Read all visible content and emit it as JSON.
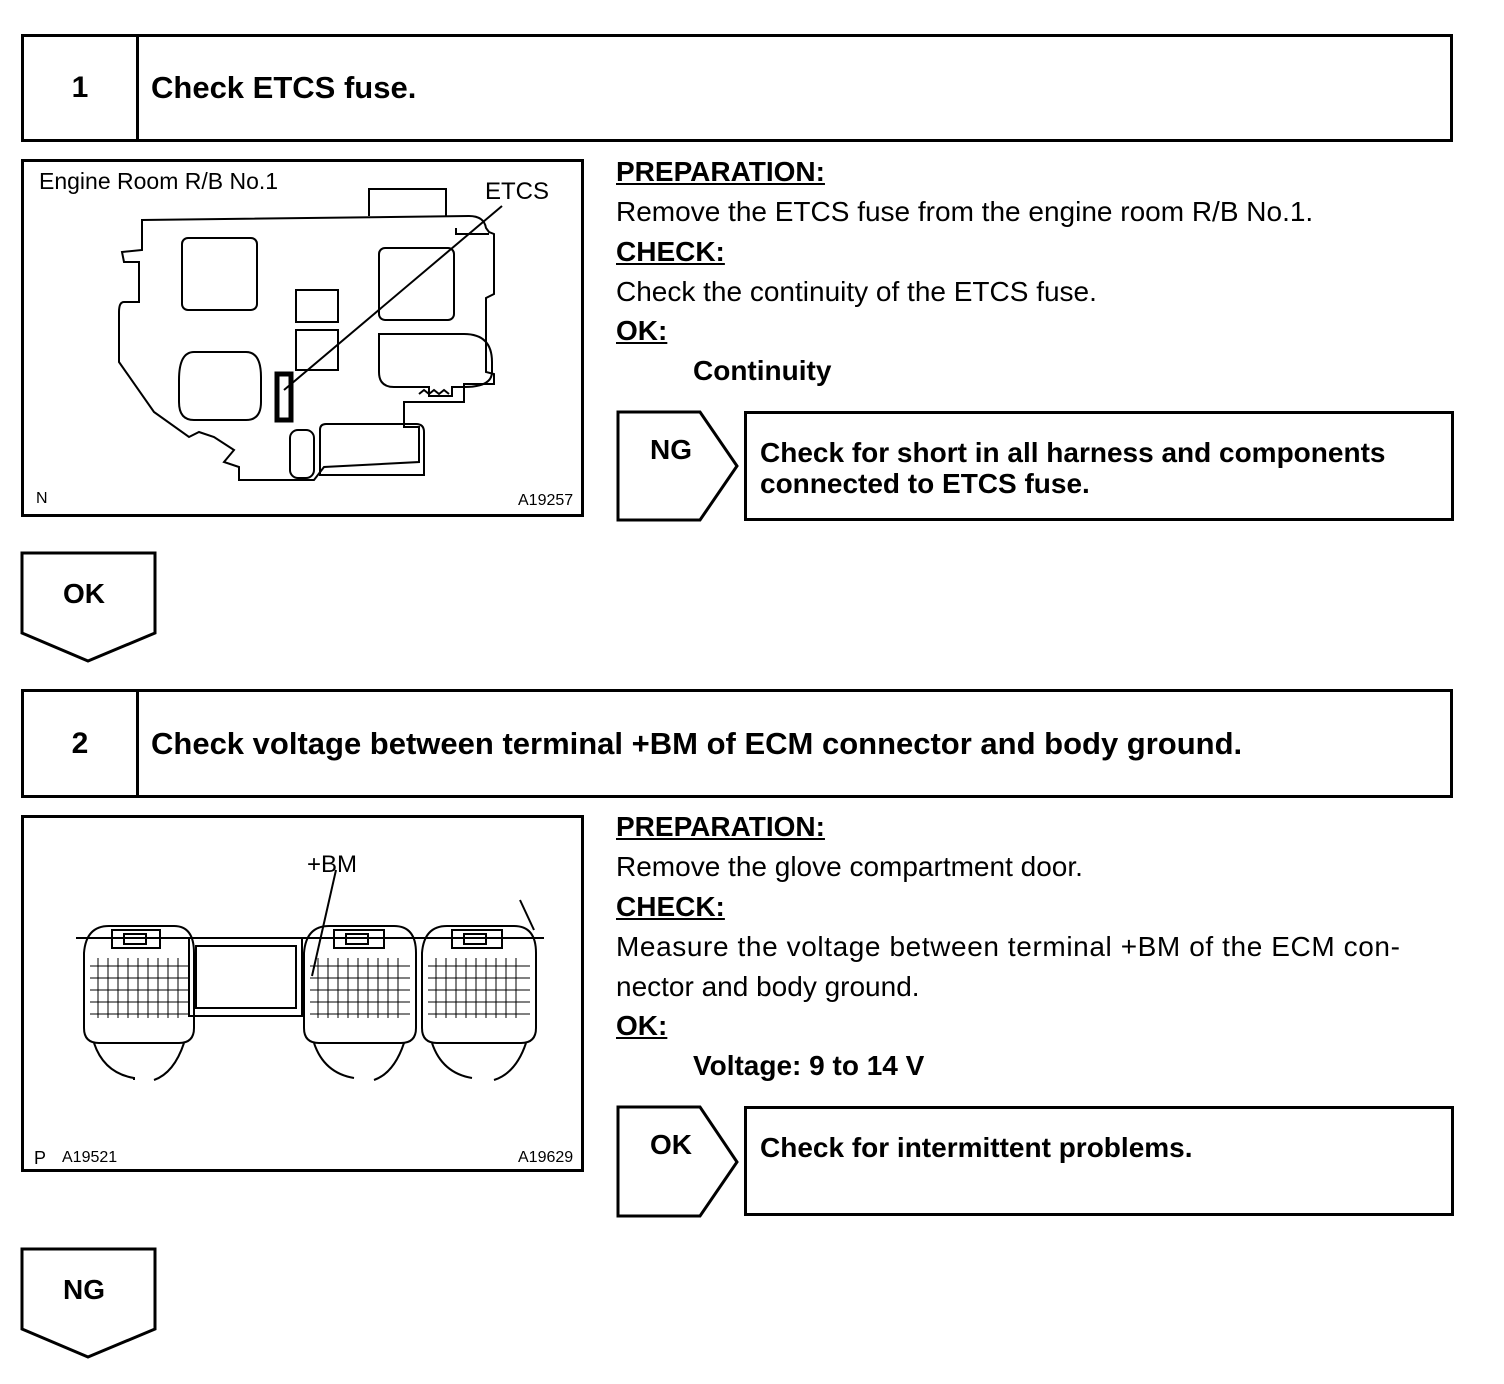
{
  "steps": [
    {
      "number": "1",
      "title": "Check ETCS fuse.",
      "figure": {
        "label_main": "Engine Room R/B No.1",
        "label_part": "ETCS",
        "corner_left": "N",
        "corner_right": "A19257"
      },
      "preparation_heading": "PREPARATION:",
      "preparation_text": "Remove the ETCS fuse from the engine room R/B No.1.",
      "check_heading": "CHECK:",
      "check_text": "Check the continuity of the ETCS fuse.",
      "ok_heading": "OK:",
      "ok_spec": "Continuity",
      "branch_label": "NG",
      "branch_text_line1": "Check for short in all harness and components",
      "branch_text_line2": "connected to ETCS fuse.",
      "next_label": "OK"
    },
    {
      "number": "2",
      "title": "Check voltage between terminal +BM of ECM connector and body ground.",
      "figure": {
        "label_part": "+BM",
        "corner_left": "P",
        "corner_left_code": "A19521",
        "corner_right": "A19629"
      },
      "preparation_heading": "PREPARATION:",
      "preparation_text": "Remove the glove compartment door.",
      "check_heading": "CHECK:",
      "check_text_line1": "Measure the voltage between terminal +BM of the ECM con-",
      "check_text_line2": "nector and body ground.",
      "ok_heading": "OK:",
      "ok_spec": "Voltage: 9 to 14 V",
      "branch_label": "OK",
      "branch_text": "Check for intermittent problems.",
      "next_label": "NG"
    }
  ]
}
